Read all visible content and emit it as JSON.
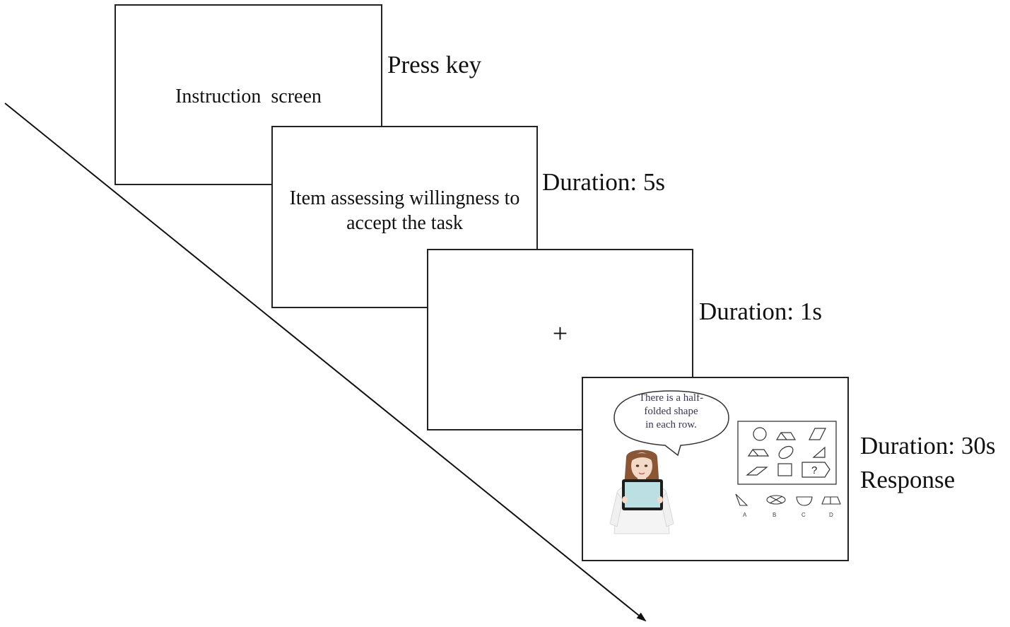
{
  "screens": [
    {
      "text": "Instruction  screen",
      "label": "Press key"
    },
    {
      "text_lines": [
        "Item assessing willingness to",
        "accept the task"
      ],
      "label": "Duration: 5s"
    },
    {
      "text": "+",
      "label": "Duration: 1s"
    },
    {
      "label_lines": [
        "Duration: 30s",
        "Response"
      ],
      "speech_lines": [
        "There is a half-",
        "folded shape",
        "in each row."
      ],
      "puzzle": {
        "missing_mark": "?",
        "options": [
          "A",
          "B",
          "C",
          "D"
        ]
      },
      "icons": [
        "speech-bubble-icon",
        "robot-presenter-icon",
        "tablet-icon"
      ]
    }
  ]
}
